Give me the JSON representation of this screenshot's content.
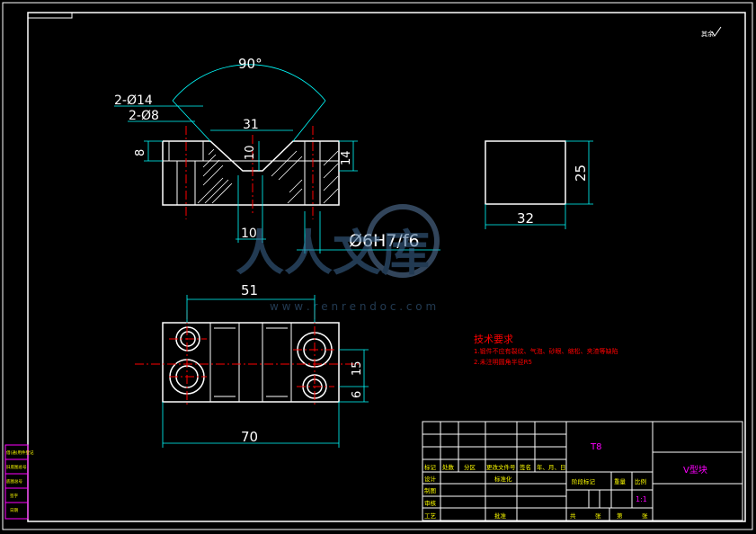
{
  "drawing": {
    "view_top": {
      "angle": "90°",
      "hole_large": "2-Ø14",
      "hole_small": "2-Ø8",
      "groove_width": "31",
      "depth_10": "10",
      "left_8": "8",
      "right_14": "14",
      "bottom_10": "10",
      "fit": "Ø6H7/f6"
    },
    "view_side": {
      "height": "25",
      "width": "32"
    },
    "view_plan": {
      "hole_spacing": "51",
      "length": "70",
      "dim_15": "15",
      "dim_6": "6"
    },
    "roughness_note": "其余",
    "watermark": {
      "text": "人人文库",
      "url": "w w w . r e n r e n d o c . c o m"
    },
    "tech_req": {
      "title": "技术要求",
      "items": [
        "1.锻件不应有裂纹、气泡、砂眼、缩松、夹渣等缺陷",
        "2.未注明圆角半径R5"
      ]
    },
    "title_block": {
      "material": "T8",
      "part_name": "V型块",
      "scale_value": "1:1",
      "header_cells": [
        "标记",
        "处数",
        "分区",
        "更改文件号",
        "签名",
        "年、月、日"
      ],
      "labels_left": [
        "设计",
        "制图",
        "审核",
        "工艺"
      ],
      "std": "标准化",
      "approve": "批准",
      "stage_mark": "阶段标记",
      "weight": "重量",
      "scale": "比例",
      "sheets": [
        "共",
        "张",
        "第",
        "张"
      ]
    },
    "side_strip": [
      "借(通)用件登记",
      "旧底图总号",
      "底图总号",
      "签字",
      "日期"
    ]
  }
}
